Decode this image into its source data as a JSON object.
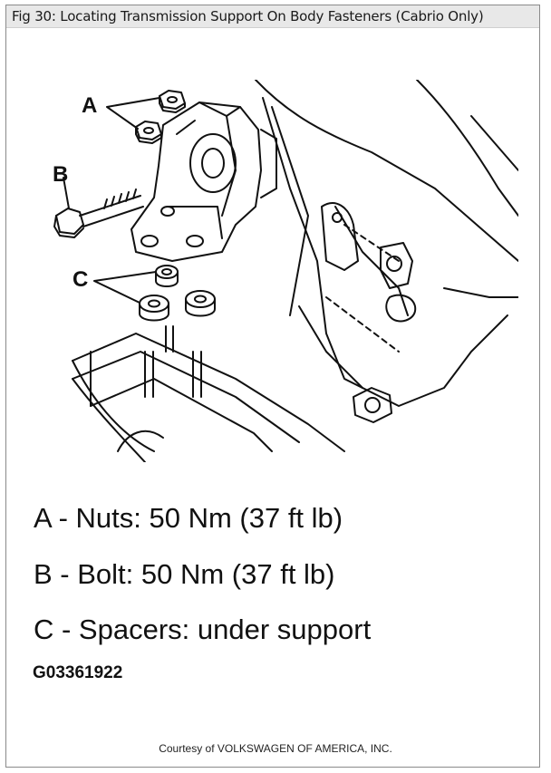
{
  "title": "Fig 30: Locating Transmission Support On Body Fasteners (Cabrio Only)",
  "labels": {
    "a": "A",
    "b": "B",
    "c": "C"
  },
  "legend": [
    "A - Nuts: 50 Nm (37 ft lb)",
    "B - Bolt: 50 Nm (37 ft lb)",
    "C - Spacers: under support"
  ],
  "figure_code": "G03361922",
  "credit": "Courtesy of VOLKSWAGEN OF AMERICA, INC."
}
